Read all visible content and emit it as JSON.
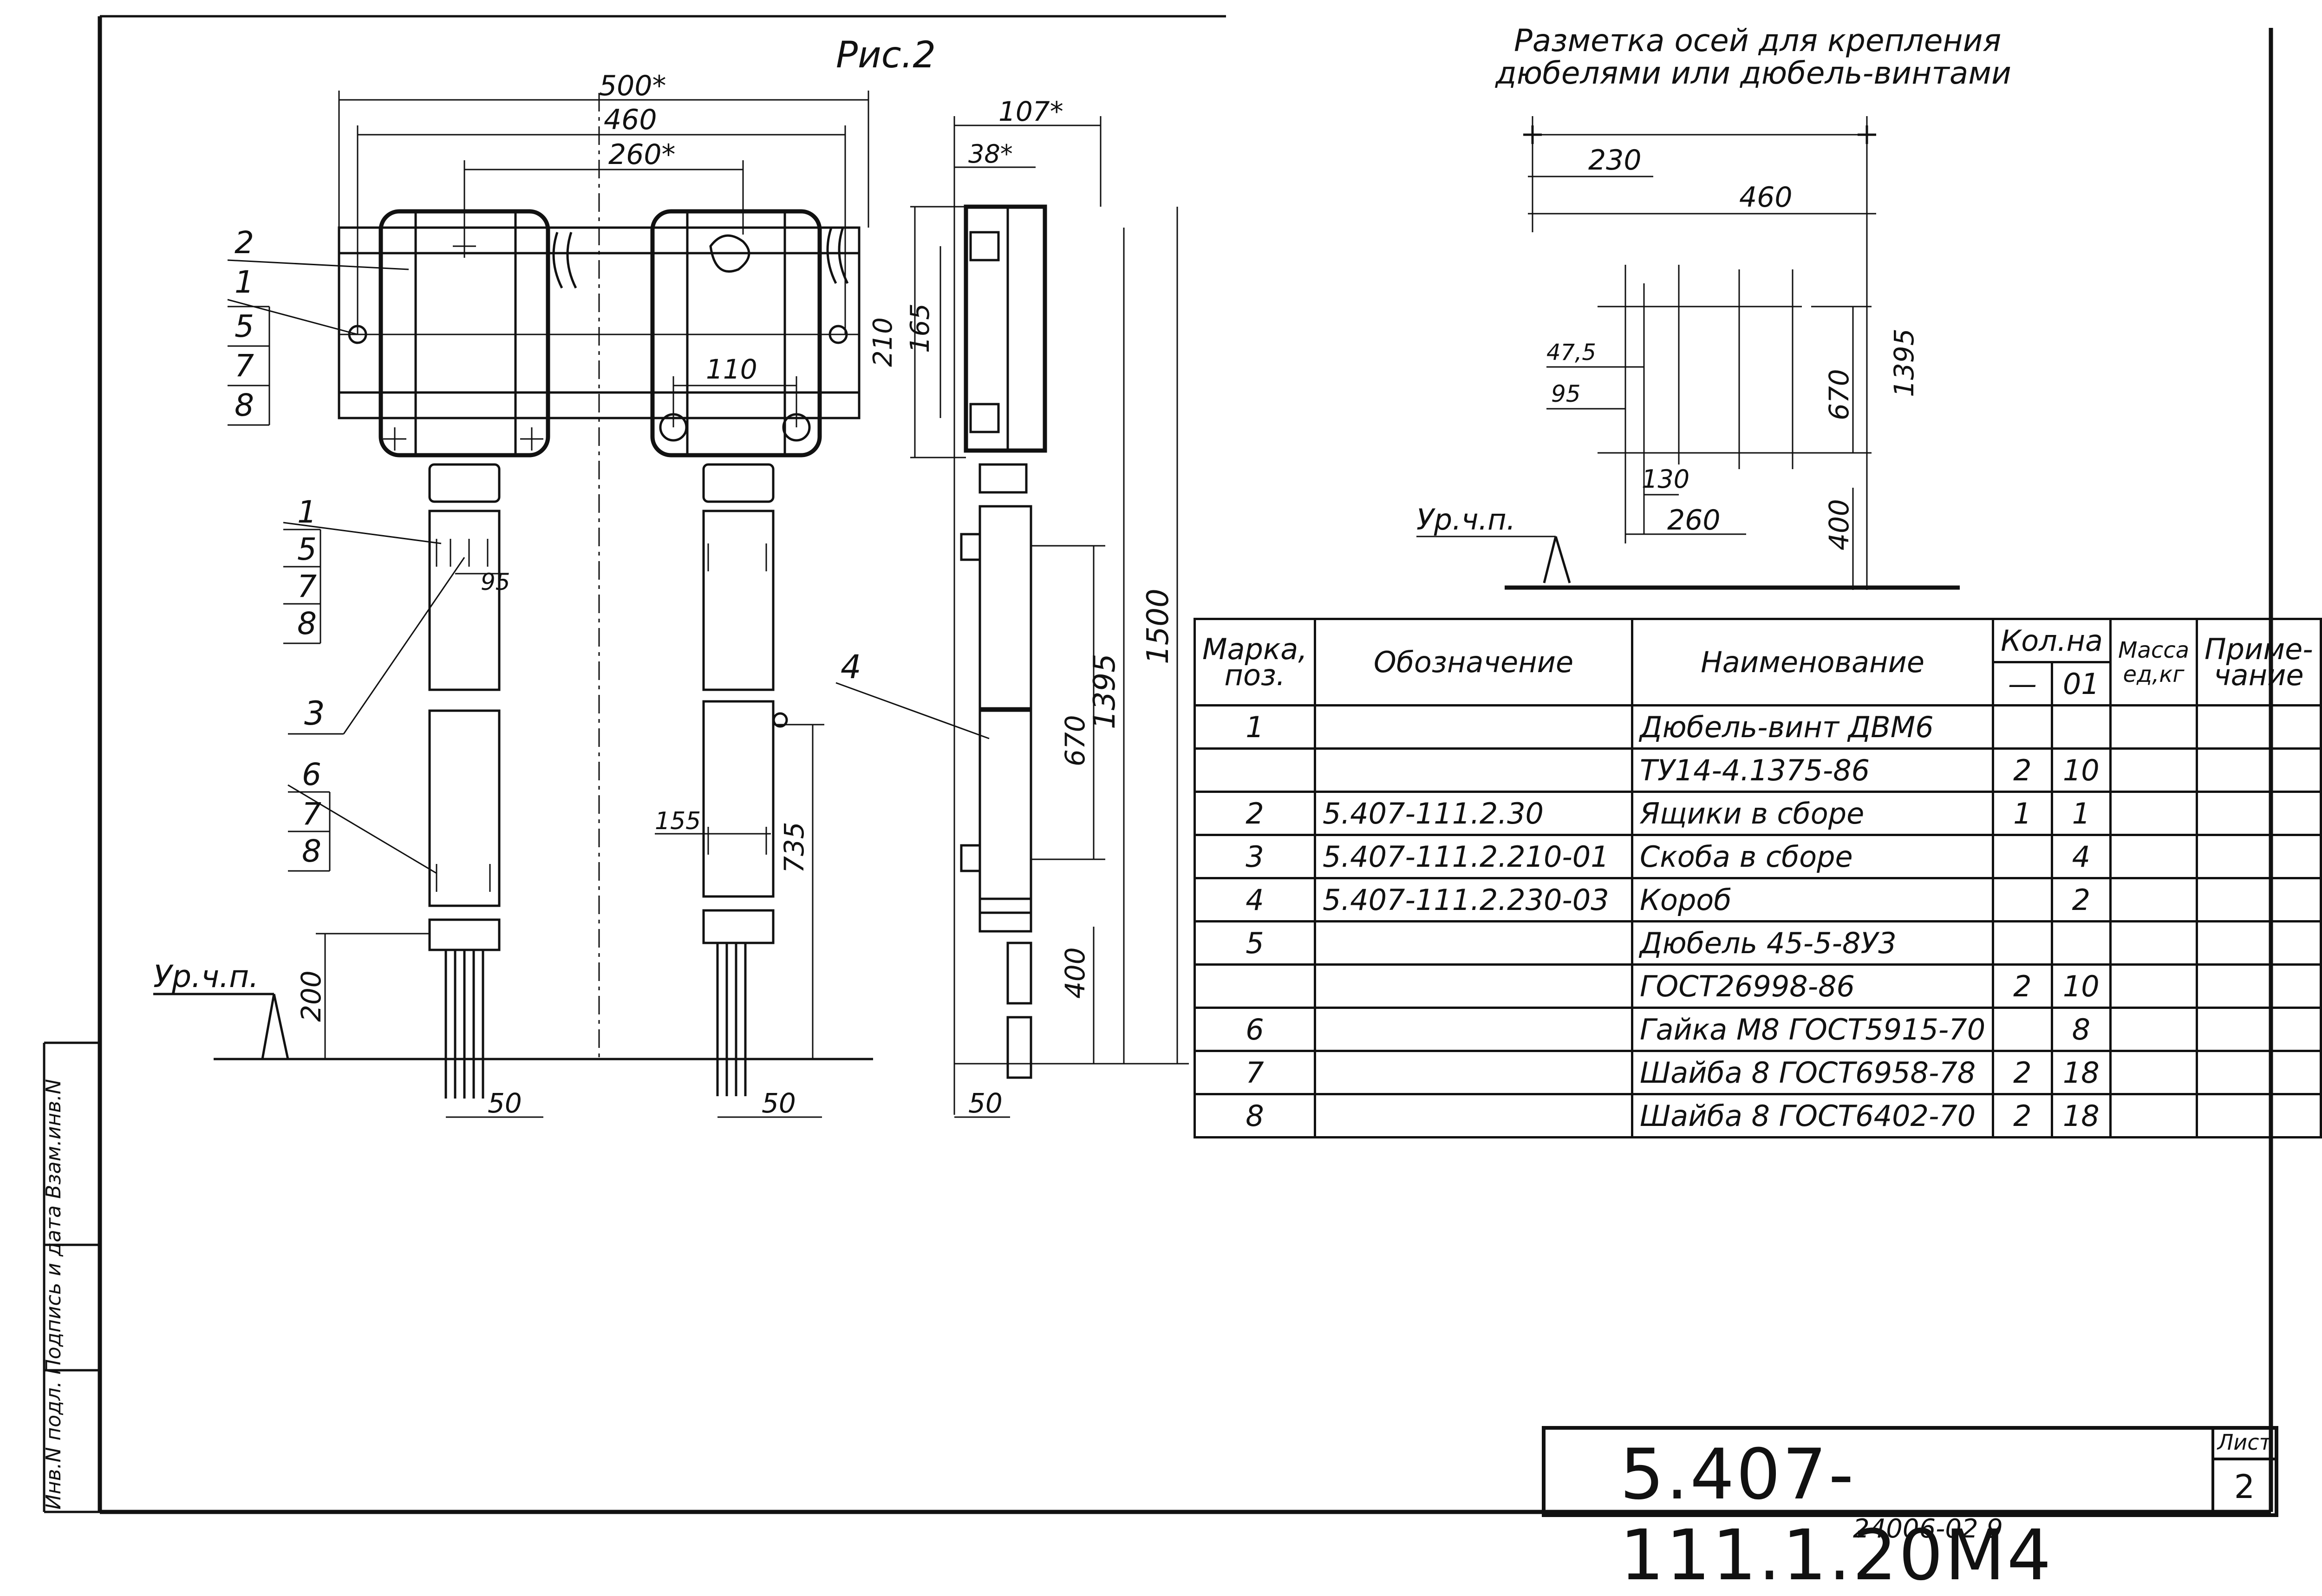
{
  "figure_title": "Рис.2",
  "markup_title_line1": "Разметка осей для крепления",
  "markup_title_line2": "дюбелями или дюбель-винтами",
  "floor_label": "Ур.ч.п.",
  "dims": {
    "d500": "500*",
    "d460": "460",
    "d260": "260*",
    "d210": "210",
    "d165": "165",
    "d110": "110",
    "d95": "95",
    "d155": "155",
    "d735": "735",
    "d200": "200",
    "d50a": "50",
    "d50b": "50",
    "d50c": "50",
    "d107": "107*",
    "d38": "38*",
    "d1500": "1500",
    "d1395": "1395",
    "d670": "670",
    "d400": "400",
    "m230": "230",
    "m460": "460",
    "m47": "47,5",
    "m95": "95",
    "m130": "130",
    "m260": "260",
    "m670": "670",
    "m1395": "1395",
    "m400": "400"
  },
  "leaders": {
    "top": [
      "2",
      "1",
      "5",
      "7",
      "8"
    ],
    "middle": [
      "1",
      "5",
      "7",
      "8"
    ],
    "bracket": "3",
    "bottom": [
      "6",
      "7",
      "8"
    ],
    "duct": "4"
  },
  "table": {
    "headers": {
      "mark": "Марка, поз.",
      "designation": "Обозначение",
      "name": "Наименование",
      "qty": "Кол.на",
      "qty_dash": "—",
      "qty_01": "01",
      "mass": "Масса ед,кг",
      "note": "Приме- чание"
    },
    "rows": [
      {
        "mark": "1",
        "designation": "",
        "name": "Дюбель-винт ДВМ6",
        "q1": "",
        "q2": ""
      },
      {
        "mark": "",
        "designation": "",
        "name": "ТУ14-4.1375-86",
        "q1": "2",
        "q2": "10"
      },
      {
        "mark": "2",
        "designation": "5.407-111.2.30",
        "name": "Ящики в сборе",
        "q1": "1",
        "q2": "1"
      },
      {
        "mark": "3",
        "designation": "5.407-111.2.210-01",
        "name": "Скоба в сборе",
        "q1": "",
        "q2": "4"
      },
      {
        "mark": "4",
        "designation": "5.407-111.2.230-03",
        "name": "Короб",
        "q1": "",
        "q2": "2"
      },
      {
        "mark": "5",
        "designation": "",
        "name": "Дюбель 45-5-8У3",
        "q1": "",
        "q2": ""
      },
      {
        "mark": "",
        "designation": "",
        "name": "ГОСТ26998-86",
        "q1": "2",
        "q2": "10"
      },
      {
        "mark": "6",
        "designation": "",
        "name": "Гайка М8 ГОСТ5915-70",
        "q1": "",
        "q2": "8"
      },
      {
        "mark": "7",
        "designation": "",
        "name": "Шайба 8 ГОСТ6958-78",
        "q1": "2",
        "q2": "18"
      },
      {
        "mark": "8",
        "designation": "",
        "name": "Шайба 8 ГОСТ6402-70",
        "q1": "2",
        "q2": "18"
      }
    ]
  },
  "stamp": {
    "code": "5.407-111.1.20М4",
    "sheet_label": "Лист",
    "sheet_number": "2"
  },
  "archive_number": "24006-02   9",
  "side_strip_text": "Инв.N подл.   Подпись и дата   Взам.инв.N"
}
